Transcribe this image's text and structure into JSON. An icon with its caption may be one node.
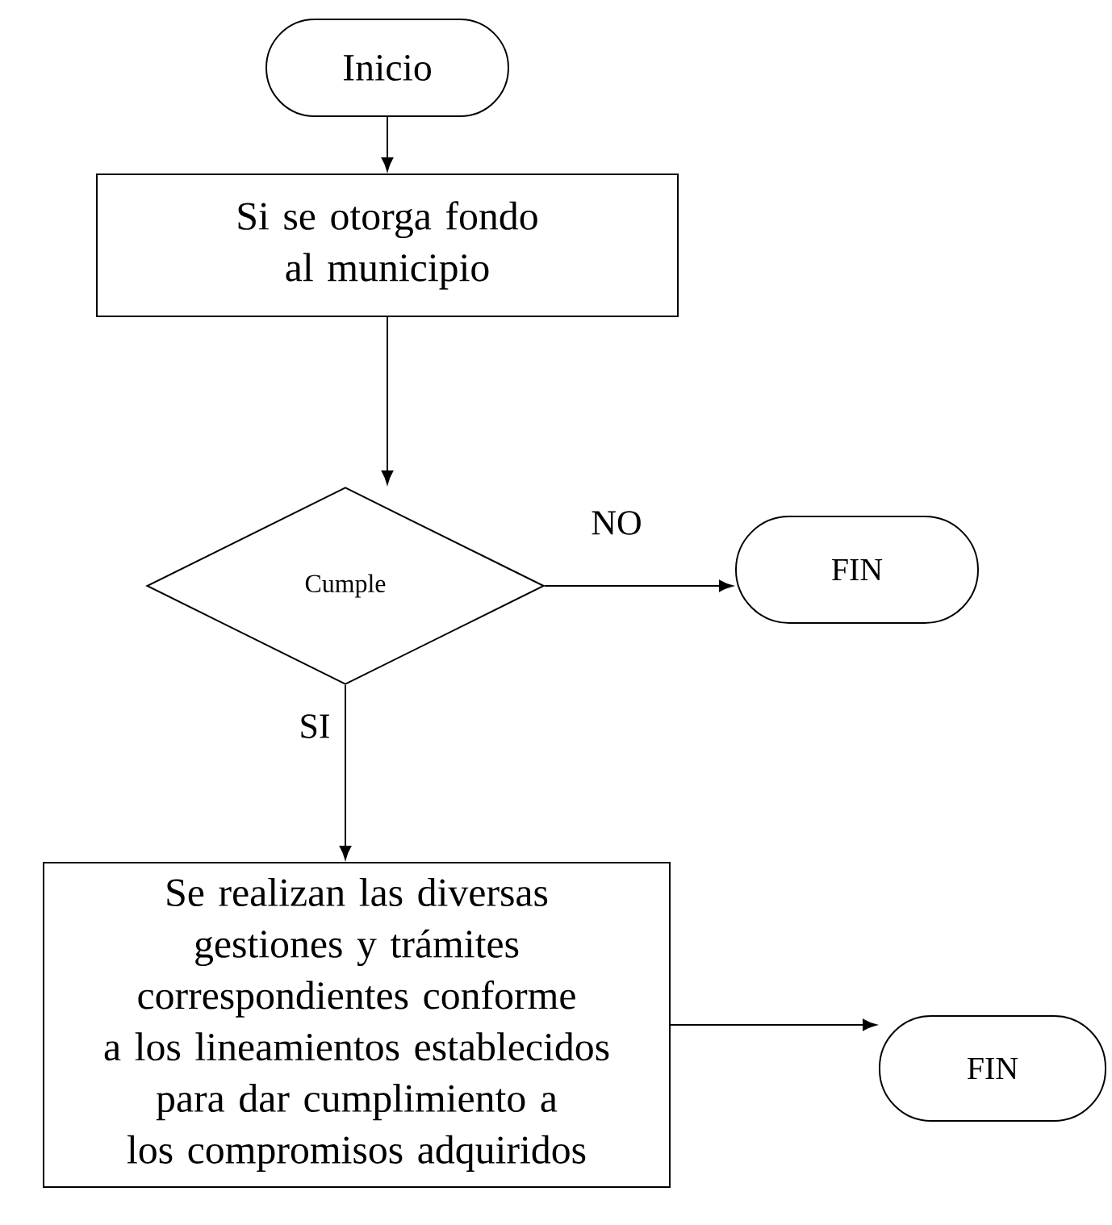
{
  "diagram": {
    "nodes": [
      {
        "text": [
          "Inicio"
        ]
      },
      {
        "text": [
          "Si se otorga fondo al municipio"
        ]
      },
      {
        "text": [
          "Cumple"
        ]
      },
      {
        "text": [
          "FIN"
        ]
      },
      {
        "text": [
          "Se realizan las diversas gestiones y trámites correspondientes conforme a los lineamientos establecidos para dar cumplimiento a los compromisos adquiridos"
        ]
      },
      {
        "text": [
          "FIN"
        ]
      }
    ],
    "edges": [
      {
        "from": 0,
        "to": 1,
        "arrow": "to"
      },
      {
        "from": 1,
        "to": 2,
        "arrow": "to"
      },
      {
        "from": 2,
        "to": 3,
        "arrow": "to",
        "label": "NO"
      },
      {
        "from": 2,
        "to": 4,
        "arrow": "to",
        "label": "SI"
      },
      {
        "from": 4,
        "to": 5,
        "arrow": "to"
      }
    ]
  }
}
